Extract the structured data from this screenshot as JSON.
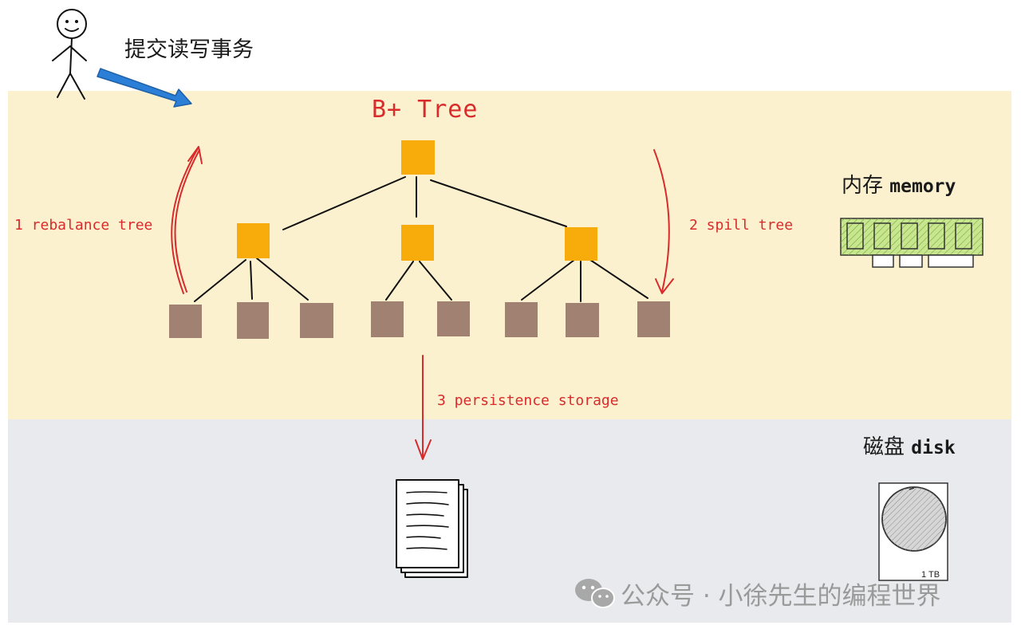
{
  "header": {
    "action": "提交读写事务"
  },
  "tree": {
    "title": "B+ Tree"
  },
  "steps": {
    "rebalance": "1 rebalance tree",
    "spill": "2 spill tree",
    "persist": "3 persistence storage"
  },
  "memory": {
    "label_cn": "内存",
    "label_en": "memory"
  },
  "disk": {
    "label_cn": "磁盘",
    "label_en": "disk",
    "capacity": "1 TB"
  },
  "watermark": {
    "text": "公众号 · 小徐先生的编程世界"
  },
  "colors": {
    "memory_bg": "#fcf1cf",
    "disk_bg": "#e8eaed",
    "branch_node": "#f7ac0b",
    "leaf_node": "#a08172",
    "step_arrow": "#d92b2b",
    "request_arrow": "#2c7fd6",
    "memory_chip": "#c8e68f"
  },
  "icons": [
    "stick-figure-icon",
    "memory-module-icon",
    "document-stack-icon",
    "hard-disk-icon",
    "wechat-icon"
  ]
}
